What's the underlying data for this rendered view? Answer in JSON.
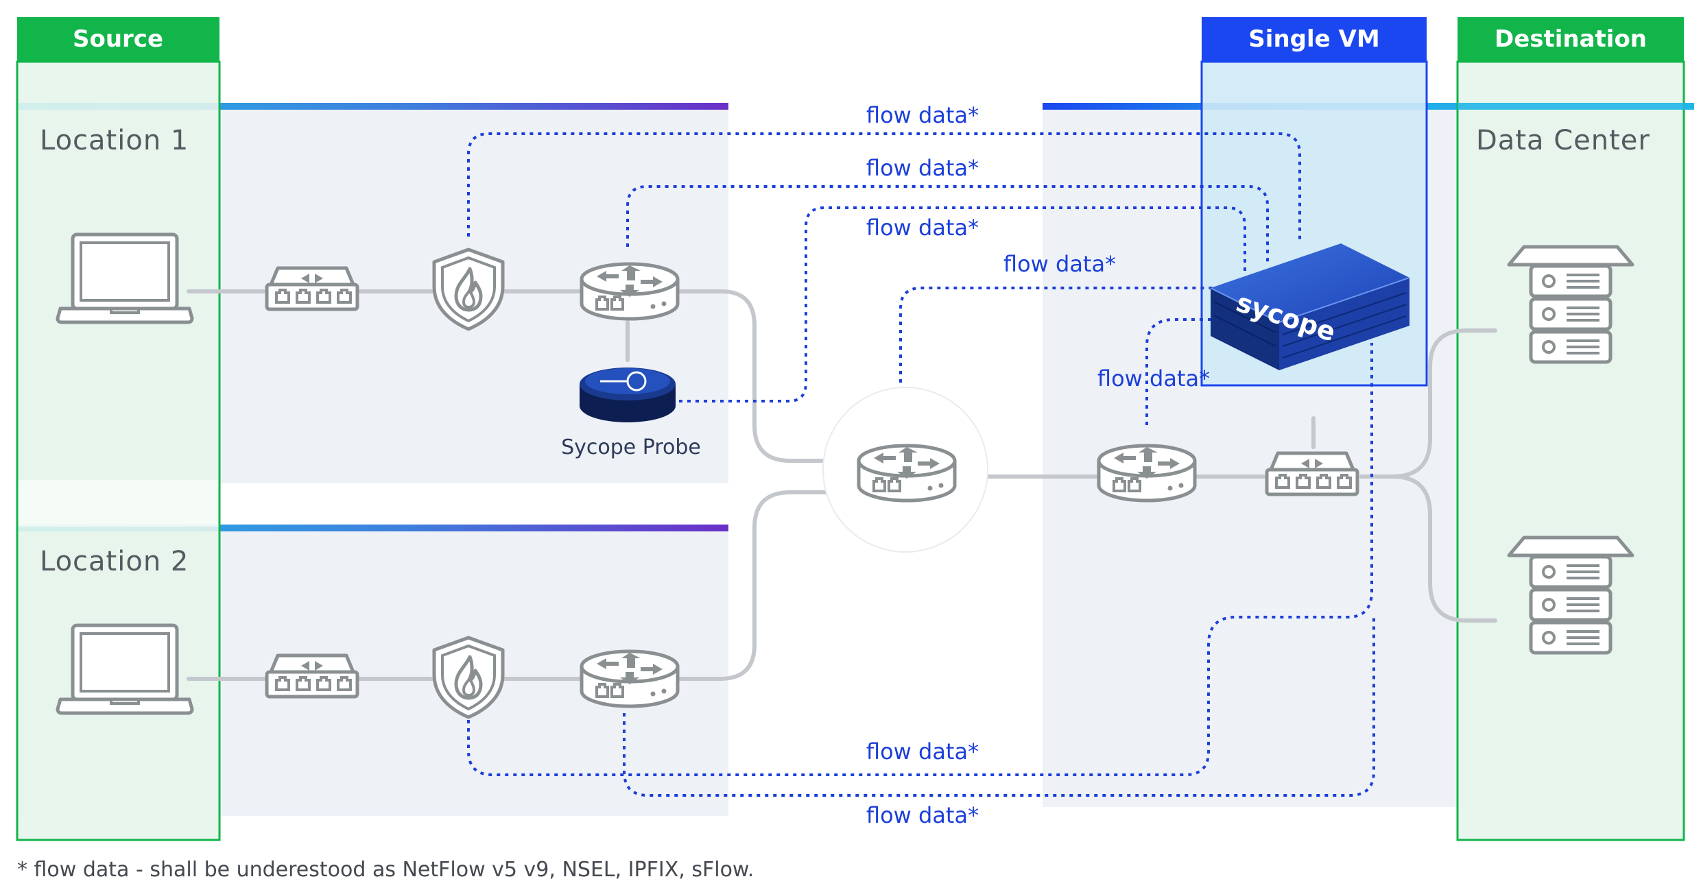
{
  "headers": {
    "source": "Source",
    "single_vm": "Single VM",
    "destination": "Destination"
  },
  "locations": {
    "location1": "Location 1",
    "location2": "Location 2",
    "datacenter": "Data Center"
  },
  "probe_label": "Sycope Probe",
  "appliance_brand": "sycope",
  "flow_labels": [
    "flow data*",
    "flow data*",
    "flow data*",
    "flow data*",
    "flow data*",
    "flow data*",
    "flow data*"
  ],
  "footnote": "* flow data - shall be underestood as NetFlow v5 v9, NSEL, IPFIX, sFlow.",
  "colors": {
    "green_header": "#12b54a",
    "blue_header": "#1a47f0",
    "flow_blue": "#1b3fd9",
    "device_gray": "#8a9092"
  }
}
